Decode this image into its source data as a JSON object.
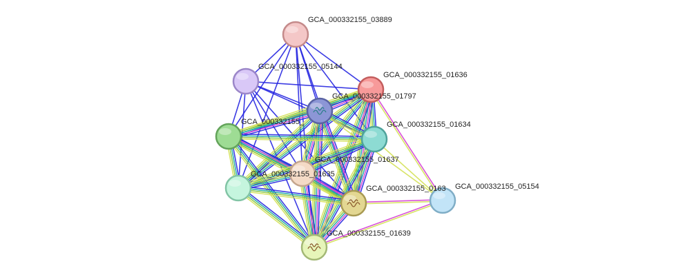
{
  "network": {
    "nodes": [
      {
        "id": "03889",
        "label": "GCA_000332155_03889",
        "fill": "#f4c7c7",
        "stroke": "#c48a8a",
        "structure": false
      },
      {
        "id": "05144",
        "label": "GCA_000332155_05144",
        "fill": "#d9c8f7",
        "stroke": "#9b86c8",
        "structure": false
      },
      {
        "id": "01636",
        "label": "GCA_000332155_01636",
        "fill": "#f79a9a",
        "stroke": "#c35d5d",
        "structure": false
      },
      {
        "id": "01797",
        "label": "GCA_000332155_01797",
        "fill": "#8c96d6",
        "stroke": "#5a63a3",
        "structure": true
      },
      {
        "id": "node_a",
        "label": "GCA_000332155_",
        "fill": "#9edc94",
        "stroke": "#63a35a",
        "structure": false
      },
      {
        "id": "01634",
        "label": "GCA_000332155_01634",
        "fill": "#8ddbd3",
        "stroke": "#4fa39b",
        "structure": false
      },
      {
        "id": "01637",
        "label": "GCA_000332155_01637",
        "fill": "#f4dac6",
        "stroke": "#c4a58d",
        "structure": false
      },
      {
        "id": "01635",
        "label": "GCA_000332155_01635",
        "fill": "#c5f5de",
        "stroke": "#82c4a5",
        "structure": false
      },
      {
        "id": "0163x",
        "label": "GCA_000332155_0163",
        "fill": "#e3d792",
        "stroke": "#a89a52",
        "structure": true
      },
      {
        "id": "05154",
        "label": "GCA_000332155_05154",
        "fill": "#c2e4f7",
        "stroke": "#7fadc6",
        "structure": false
      },
      {
        "id": "01639",
        "label": "GCA_000332155_01639",
        "fill": "#e6f5b9",
        "stroke": "#a3b875",
        "structure": true
      }
    ],
    "edge_colors": {
      "blue": "#2626e0",
      "magenta": "#d43fd4",
      "teal": "#1ca6a6",
      "green": "#8cc63f",
      "yellow": "#d4e157",
      "purple": "#5a3fb0"
    },
    "edges": [
      {
        "from": "03889",
        "to": "05144",
        "types": [
          "blue"
        ]
      },
      {
        "from": "03889",
        "to": "01636",
        "types": [
          "blue"
        ]
      },
      {
        "from": "03889",
        "to": "01797",
        "types": [
          "blue"
        ]
      },
      {
        "from": "03889",
        "to": "node_a",
        "types": [
          "blue"
        ]
      },
      {
        "from": "03889",
        "to": "01637",
        "types": [
          "blue"
        ]
      },
      {
        "from": "03889",
        "to": "01635",
        "types": [
          "blue"
        ]
      },
      {
        "from": "03889",
        "to": "0163x",
        "types": [
          "blue"
        ]
      },
      {
        "from": "03889",
        "to": "01639",
        "types": [
          "blue"
        ]
      },
      {
        "from": "03889",
        "to": "01634",
        "types": [
          "blue"
        ]
      },
      {
        "from": "05144",
        "to": "01636",
        "types": [
          "blue"
        ]
      },
      {
        "from": "05144",
        "to": "01797",
        "types": [
          "blue"
        ]
      },
      {
        "from": "05144",
        "to": "node_a",
        "types": [
          "blue"
        ]
      },
      {
        "from": "05144",
        "to": "01637",
        "types": [
          "blue"
        ]
      },
      {
        "from": "05144",
        "to": "01635",
        "types": [
          "blue"
        ]
      },
      {
        "from": "05144",
        "to": "0163x",
        "types": [
          "blue"
        ]
      },
      {
        "from": "05144",
        "to": "01639",
        "types": [
          "blue"
        ]
      },
      {
        "from": "05144",
        "to": "01634",
        "types": [
          "blue"
        ]
      },
      {
        "from": "01636",
        "to": "01797",
        "types": [
          "blue",
          "magenta",
          "teal",
          "green",
          "yellow"
        ]
      },
      {
        "from": "01636",
        "to": "node_a",
        "types": [
          "blue",
          "teal",
          "green",
          "yellow"
        ]
      },
      {
        "from": "01636",
        "to": "01634",
        "types": [
          "blue",
          "teal",
          "green",
          "yellow"
        ]
      },
      {
        "from": "01636",
        "to": "01637",
        "types": [
          "blue",
          "teal",
          "green",
          "yellow"
        ]
      },
      {
        "from": "01636",
        "to": "01635",
        "types": [
          "blue",
          "teal",
          "green",
          "yellow"
        ]
      },
      {
        "from": "01636",
        "to": "0163x",
        "types": [
          "blue",
          "magenta",
          "teal",
          "green",
          "yellow"
        ]
      },
      {
        "from": "01636",
        "to": "01639",
        "types": [
          "blue",
          "magenta",
          "teal",
          "green",
          "yellow"
        ]
      },
      {
        "from": "01636",
        "to": "05154",
        "types": [
          "magenta",
          "yellow"
        ]
      },
      {
        "from": "01797",
        "to": "node_a",
        "types": [
          "blue",
          "magenta",
          "teal",
          "green",
          "yellow"
        ]
      },
      {
        "from": "01797",
        "to": "01634",
        "types": [
          "blue",
          "teal",
          "green",
          "yellow"
        ]
      },
      {
        "from": "01797",
        "to": "01637",
        "types": [
          "blue",
          "magenta",
          "teal",
          "green",
          "yellow"
        ]
      },
      {
        "from": "01797",
        "to": "01635",
        "types": [
          "blue",
          "teal",
          "green",
          "yellow"
        ]
      },
      {
        "from": "01797",
        "to": "0163x",
        "types": [
          "blue",
          "magenta",
          "teal",
          "green",
          "yellow"
        ]
      },
      {
        "from": "01797",
        "to": "01639",
        "types": [
          "blue",
          "magenta",
          "teal",
          "green",
          "yellow"
        ]
      },
      {
        "from": "node_a",
        "to": "01634",
        "types": [
          "blue",
          "teal",
          "green",
          "yellow"
        ]
      },
      {
        "from": "node_a",
        "to": "01637",
        "types": [
          "blue",
          "teal",
          "green",
          "yellow"
        ]
      },
      {
        "from": "node_a",
        "to": "01635",
        "types": [
          "blue",
          "teal",
          "green",
          "yellow"
        ]
      },
      {
        "from": "node_a",
        "to": "0163x",
        "types": [
          "blue",
          "magenta",
          "teal",
          "green",
          "yellow"
        ]
      },
      {
        "from": "node_a",
        "to": "01639",
        "types": [
          "blue",
          "teal",
          "green",
          "yellow"
        ]
      },
      {
        "from": "01634",
        "to": "01637",
        "types": [
          "blue",
          "teal",
          "green",
          "yellow"
        ]
      },
      {
        "from": "01634",
        "to": "01635",
        "types": [
          "blue",
          "teal",
          "green",
          "yellow"
        ]
      },
      {
        "from": "01634",
        "to": "0163x",
        "types": [
          "blue",
          "magenta",
          "teal",
          "green",
          "yellow"
        ]
      },
      {
        "from": "01634",
        "to": "01639",
        "types": [
          "blue",
          "teal",
          "green",
          "yellow"
        ]
      },
      {
        "from": "01634",
        "to": "05154",
        "types": [
          "yellow"
        ]
      },
      {
        "from": "01637",
        "to": "01635",
        "types": [
          "blue",
          "teal",
          "green",
          "yellow"
        ]
      },
      {
        "from": "01637",
        "to": "0163x",
        "types": [
          "blue",
          "magenta",
          "teal",
          "green",
          "yellow"
        ]
      },
      {
        "from": "01637",
        "to": "01639",
        "types": [
          "blue",
          "magenta",
          "teal",
          "green",
          "yellow"
        ]
      },
      {
        "from": "01635",
        "to": "0163x",
        "types": [
          "blue",
          "teal",
          "green",
          "yellow"
        ]
      },
      {
        "from": "01635",
        "to": "01639",
        "types": [
          "blue",
          "teal",
          "green",
          "yellow"
        ]
      },
      {
        "from": "0163x",
        "to": "01639",
        "types": [
          "blue",
          "magenta",
          "teal",
          "green",
          "yellow"
        ]
      },
      {
        "from": "0163x",
        "to": "05154",
        "types": [
          "magenta",
          "yellow"
        ]
      },
      {
        "from": "01639",
        "to": "05154",
        "types": [
          "magenta",
          "yellow"
        ]
      },
      {
        "from": "01797",
        "to": "05154",
        "types": [
          "yellow"
        ]
      }
    ]
  }
}
